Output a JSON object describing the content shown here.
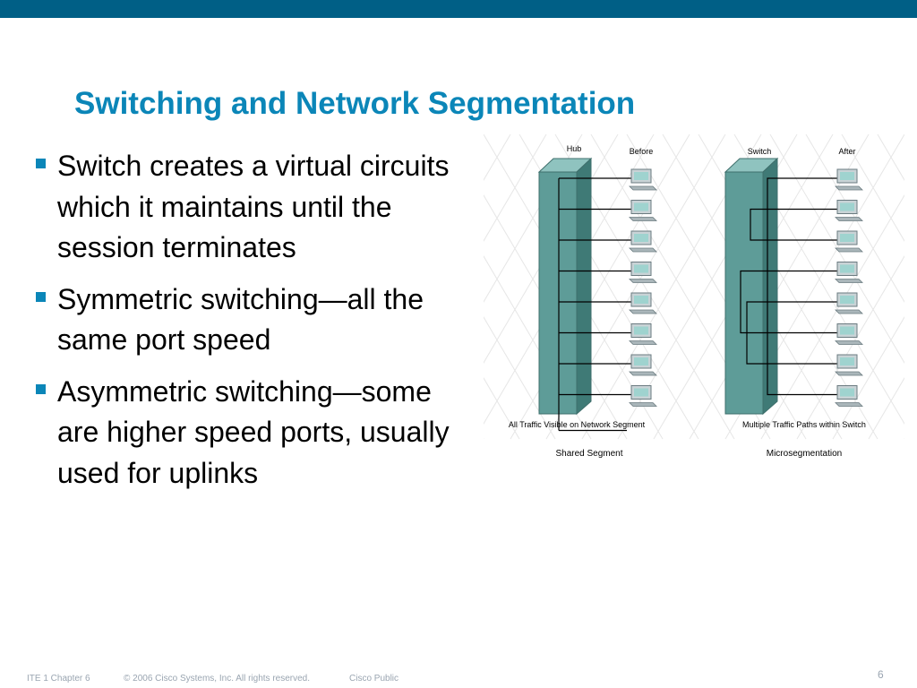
{
  "slide": {
    "title": "Switching and Network Segmentation",
    "bullets": [
      "Switch creates a virtual circuits which it maintains until the session terminates",
      "Symmetric switching—all the same port speed",
      "Asymmetric switching—some are higher speed ports, usually used for uplinks"
    ],
    "page_number": "6"
  },
  "figure": {
    "hub_label": "Hub",
    "before_label": "Before",
    "switch_label": "Switch",
    "after_label": "After",
    "hub_caption": "All Traffic Visible on Network Segment",
    "switch_caption": "Multiple Traffic Paths within Switch",
    "shared_segment_label": "Shared Segment",
    "microsegmentation_label": "Microsegmentation",
    "hub_device_color": "#5e9c98",
    "switch_device_color": "#5e9c98",
    "computer_count_per_side": 8
  },
  "footer": {
    "course": "ITE 1 Chapter 6",
    "copyright": "© 2006 Cisco Systems, Inc. All rights reserved.",
    "classification": "Cisco Public"
  }
}
